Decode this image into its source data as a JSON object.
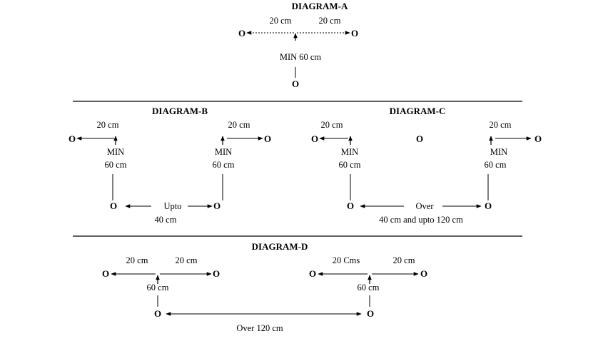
{
  "diagram_a": {
    "title": "DIAGRAM-A",
    "dim_left": "20 cm",
    "dim_right": "20 cm",
    "min_label": "MIN  60 cm",
    "circle": "O"
  },
  "diagram_b": {
    "title": "DIAGRAM-B",
    "dim_left": "20 cm",
    "dim_right": "20 cm",
    "min_label": "MIN",
    "dist_label": "60 cm",
    "gap_label": "Upto",
    "gap_value": "40 cm",
    "circle": "O"
  },
  "diagram_c": {
    "title": "DIAGRAM-C",
    "dim_left": "20 cm",
    "dim_right": "20 cm",
    "min_label": "MIN",
    "dist_label": "60 cm",
    "gap_label": "Over",
    "gap_value": "40 cm and upto 120 cm",
    "circle": "O"
  },
  "diagram_d": {
    "title": "DIAGRAM-D",
    "dim_left1": "20 cm",
    "dim_right1": "20 cm",
    "dim_left2": "20 Cms",
    "dim_right2": "20 cm",
    "dist_label": "60 cm",
    "gap_label": "Over 120 cm",
    "circle": "O"
  }
}
